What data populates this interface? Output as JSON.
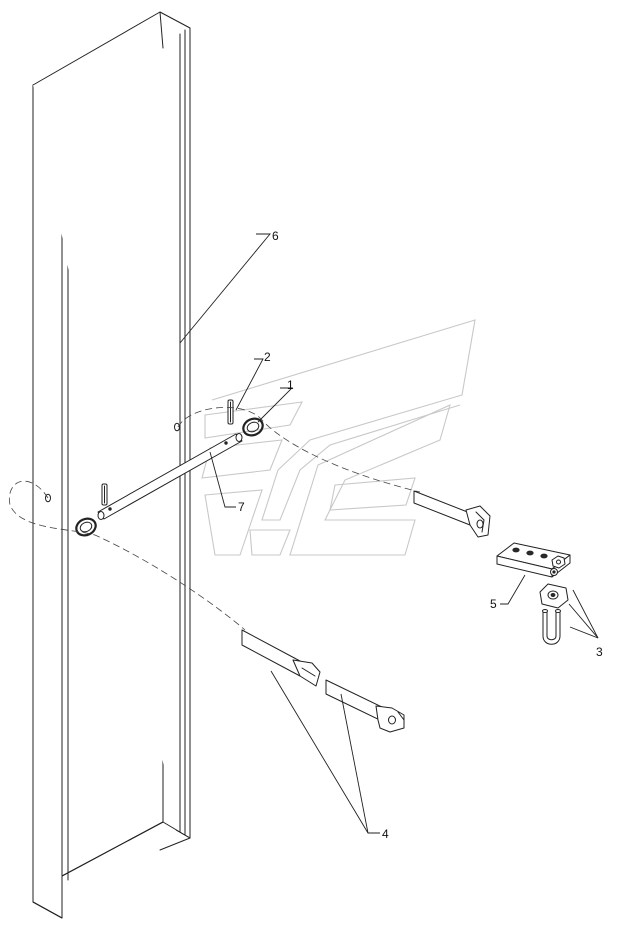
{
  "callouts": {
    "c1": "1",
    "c2": "2",
    "c3": "3",
    "c4": "4",
    "c5": "5",
    "c6": "6",
    "c7": "7"
  },
  "colors": {
    "line": "#222222",
    "watermark": "#c8c8c8",
    "background": "#ffffff"
  }
}
